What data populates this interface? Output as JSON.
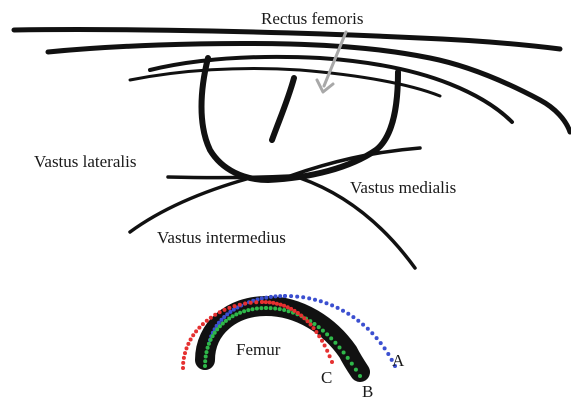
{
  "labels": {
    "rectus_femoris": "Rectus femoris",
    "vastus_lateralis": "Vastus lateralis",
    "vastus_medialis": "Vastus medialis",
    "vastus_intermedius": "Vastus intermedius",
    "femur": "Femur",
    "curve_a": "A",
    "curve_b": "B",
    "curve_c": "C"
  },
  "colors": {
    "outline": "#111111",
    "arrow": "#a8a8a8",
    "dots_a": "#3b4fd0",
    "dots_b": "#2fb84a",
    "dots_c": "#e53030"
  }
}
